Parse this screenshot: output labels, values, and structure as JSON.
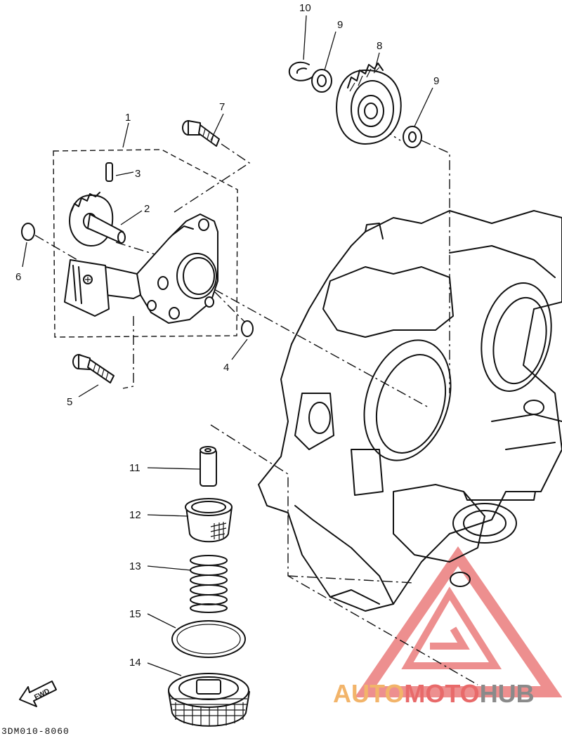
{
  "callouts": {
    "c1": "1",
    "c2": "2",
    "c3": "3",
    "c4": "4",
    "c5": "5",
    "c6": "6",
    "c7": "7",
    "c8": "8",
    "c9a": "9",
    "c9b": "9",
    "c10": "10",
    "c11": "11",
    "c12": "12",
    "c13": "13",
    "c14": "14",
    "c15": "15"
  },
  "fwd_label": "FWD",
  "diagram_code": "3DM010-8060",
  "watermark": {
    "auto": "AUTO",
    "moto": "MOTO",
    "hub": "HUB",
    "colors": {
      "orange": "#f2b46a",
      "red": "#e86a6a",
      "gray": "#8a8a8a"
    }
  }
}
